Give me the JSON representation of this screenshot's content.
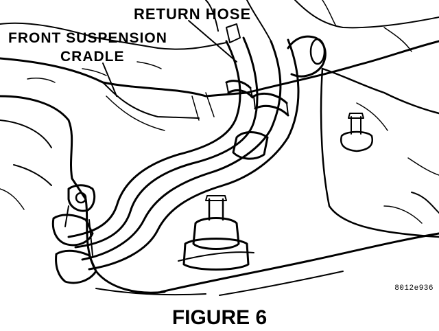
{
  "labels": {
    "return_hose": "RETURN HOSE",
    "front_suspension": "FRONT SUSPENSION",
    "cradle": "CRADLE",
    "part_code": "8012e936"
  },
  "caption": "FIGURE 6",
  "colors": {
    "ink": "#000000",
    "paper": "#ffffff"
  }
}
